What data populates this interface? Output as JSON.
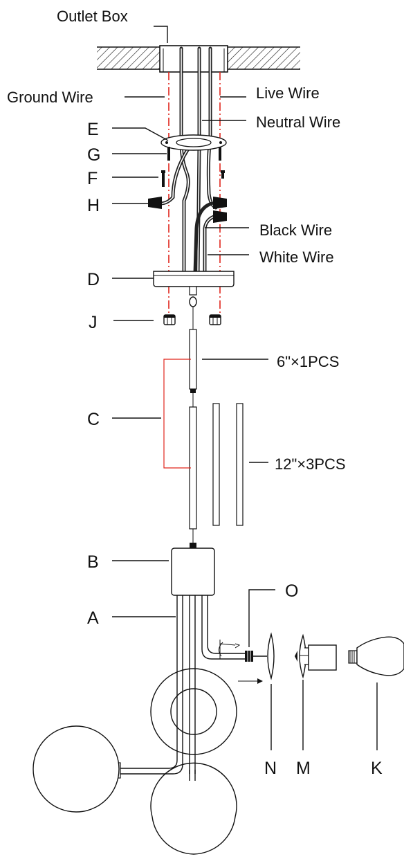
{
  "labels": {
    "outlet_box": "Outlet Box",
    "ground_wire": "Ground Wire",
    "live_wire": "Live Wire",
    "neutral_wire": "Neutral Wire",
    "black_wire": "Black Wire",
    "white_wire": "White Wire",
    "rod_short": "6\"×1PCS",
    "rod_long": "12\"×3PCS"
  },
  "parts": {
    "A": "A",
    "B": "B",
    "C": "C",
    "D": "D",
    "E": "E",
    "F": "F",
    "G": "G",
    "H": "H",
    "J": "J",
    "K": "K",
    "M": "M",
    "N": "N",
    "O": "O"
  },
  "colors": {
    "line": "#111111",
    "guide": "#e0241b"
  }
}
